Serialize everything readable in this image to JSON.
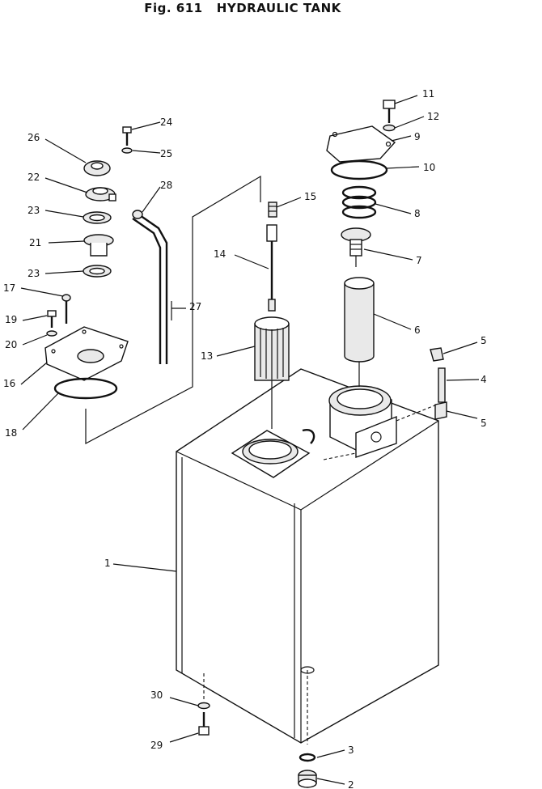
{
  "figure": {
    "title": "Fig. 611   HYDRAULIC TANK"
  },
  "parts": [
    {
      "key": "p1",
      "label": "1"
    },
    {
      "key": "p2",
      "label": "2"
    },
    {
      "key": "p3",
      "label": "3"
    },
    {
      "key": "p4",
      "label": "4"
    },
    {
      "key": "p5a",
      "label": "5"
    },
    {
      "key": "p5b",
      "label": "5"
    },
    {
      "key": "p6",
      "label": "6"
    },
    {
      "key": "p7",
      "label": "7"
    },
    {
      "key": "p8",
      "label": "8"
    },
    {
      "key": "p9",
      "label": "9"
    },
    {
      "key": "p10",
      "label": "10"
    },
    {
      "key": "p11",
      "label": "11"
    },
    {
      "key": "p12",
      "label": "12"
    },
    {
      "key": "p13",
      "label": "13"
    },
    {
      "key": "p14",
      "label": "14"
    },
    {
      "key": "p15",
      "label": "15"
    },
    {
      "key": "p16",
      "label": "16"
    },
    {
      "key": "p17",
      "label": "17"
    },
    {
      "key": "p18",
      "label": "18"
    },
    {
      "key": "p19",
      "label": "19"
    },
    {
      "key": "p20",
      "label": "20"
    },
    {
      "key": "p21",
      "label": "21"
    },
    {
      "key": "p22",
      "label": "22"
    },
    {
      "key": "p23a",
      "label": "23"
    },
    {
      "key": "p23b",
      "label": "23"
    },
    {
      "key": "p24",
      "label": "24"
    },
    {
      "key": "p25",
      "label": "25"
    },
    {
      "key": "p26",
      "label": "26"
    },
    {
      "key": "p27",
      "label": "27"
    },
    {
      "key": "p28",
      "label": "28"
    },
    {
      "key": "p29",
      "label": "29"
    },
    {
      "key": "p30",
      "label": "30"
    }
  ]
}
